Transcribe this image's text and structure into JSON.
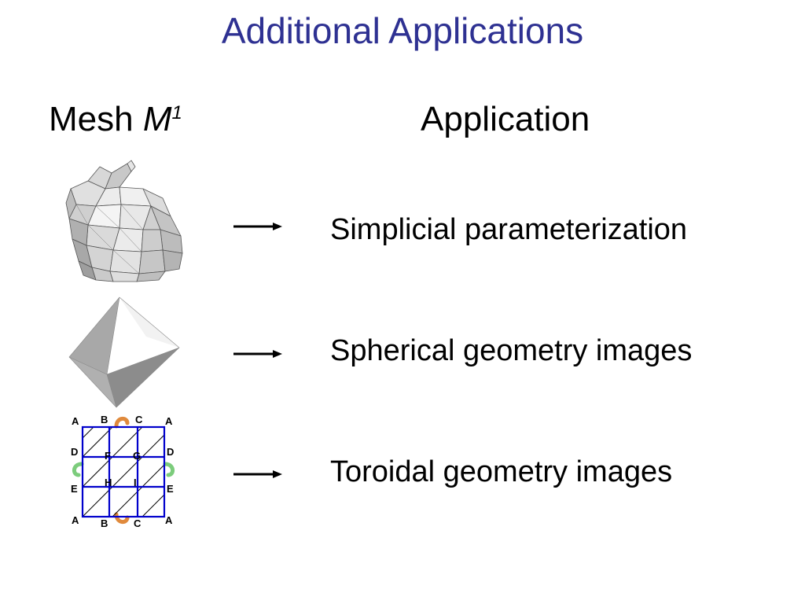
{
  "slide": {
    "title": "Additional Applications"
  },
  "columns": {
    "mesh_prefix": "Mesh ",
    "mesh_var": "M",
    "mesh_sup": "1",
    "application": "Application"
  },
  "rows": [
    {
      "mesh": "bunny-mesh-image",
      "application": "Simplicial parameterization"
    },
    {
      "mesh": "octahedron-image",
      "application": "Spherical geometry images"
    },
    {
      "mesh": "torus-grid-diagram",
      "application": "Toroidal geometry images"
    }
  ],
  "torus_grid": {
    "corner_labels": [
      "A",
      "A",
      "A",
      "A"
    ],
    "top_labels": [
      "B",
      "C"
    ],
    "bottom_labels": [
      "B",
      "C"
    ],
    "left_labels": [
      "D",
      "E"
    ],
    "right_labels": [
      "D",
      "E"
    ],
    "inner_labels": [
      "F",
      "G",
      "H",
      "I"
    ],
    "grid_color": "#0000cc"
  },
  "colors": {
    "title": "#2e3192",
    "text": "#000000"
  }
}
